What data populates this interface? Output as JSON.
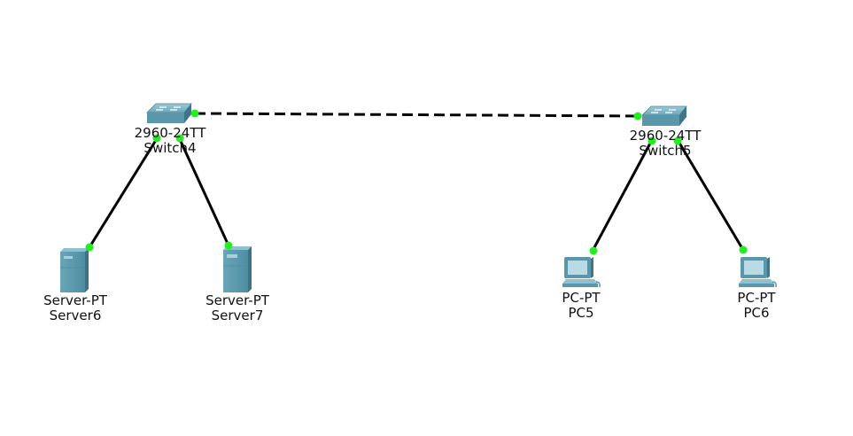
{
  "devices": [
    {
      "id": "switch4",
      "type": "switch",
      "model": "2960-24TT",
      "name": "Switch4"
    },
    {
      "id": "switch5",
      "type": "switch",
      "model": "2960-24TT",
      "name": "Switch5"
    },
    {
      "id": "server6",
      "type": "server",
      "model": "Server-PT",
      "name": "Server6"
    },
    {
      "id": "server7",
      "type": "server",
      "model": "Server-PT",
      "name": "Server7"
    },
    {
      "id": "pc5",
      "type": "pc",
      "model": "PC-PT",
      "name": "PC5"
    },
    {
      "id": "pc6",
      "type": "pc",
      "model": "PC-PT",
      "name": "PC6"
    }
  ],
  "links": [
    {
      "from": "switch4",
      "to": "switch5",
      "style": "crossover-dashed",
      "status": "up"
    },
    {
      "from": "switch4",
      "to": "server6",
      "style": "straight",
      "status": "up"
    },
    {
      "from": "switch4",
      "to": "server7",
      "style": "straight",
      "status": "up"
    },
    {
      "from": "switch5",
      "to": "pc5",
      "style": "straight",
      "status": "up"
    },
    {
      "from": "switch5",
      "to": "pc6",
      "style": "straight",
      "status": "up"
    }
  ],
  "colors": {
    "link_up": "#22ee22",
    "cable": "#000000",
    "device": "#5a9bb0"
  }
}
